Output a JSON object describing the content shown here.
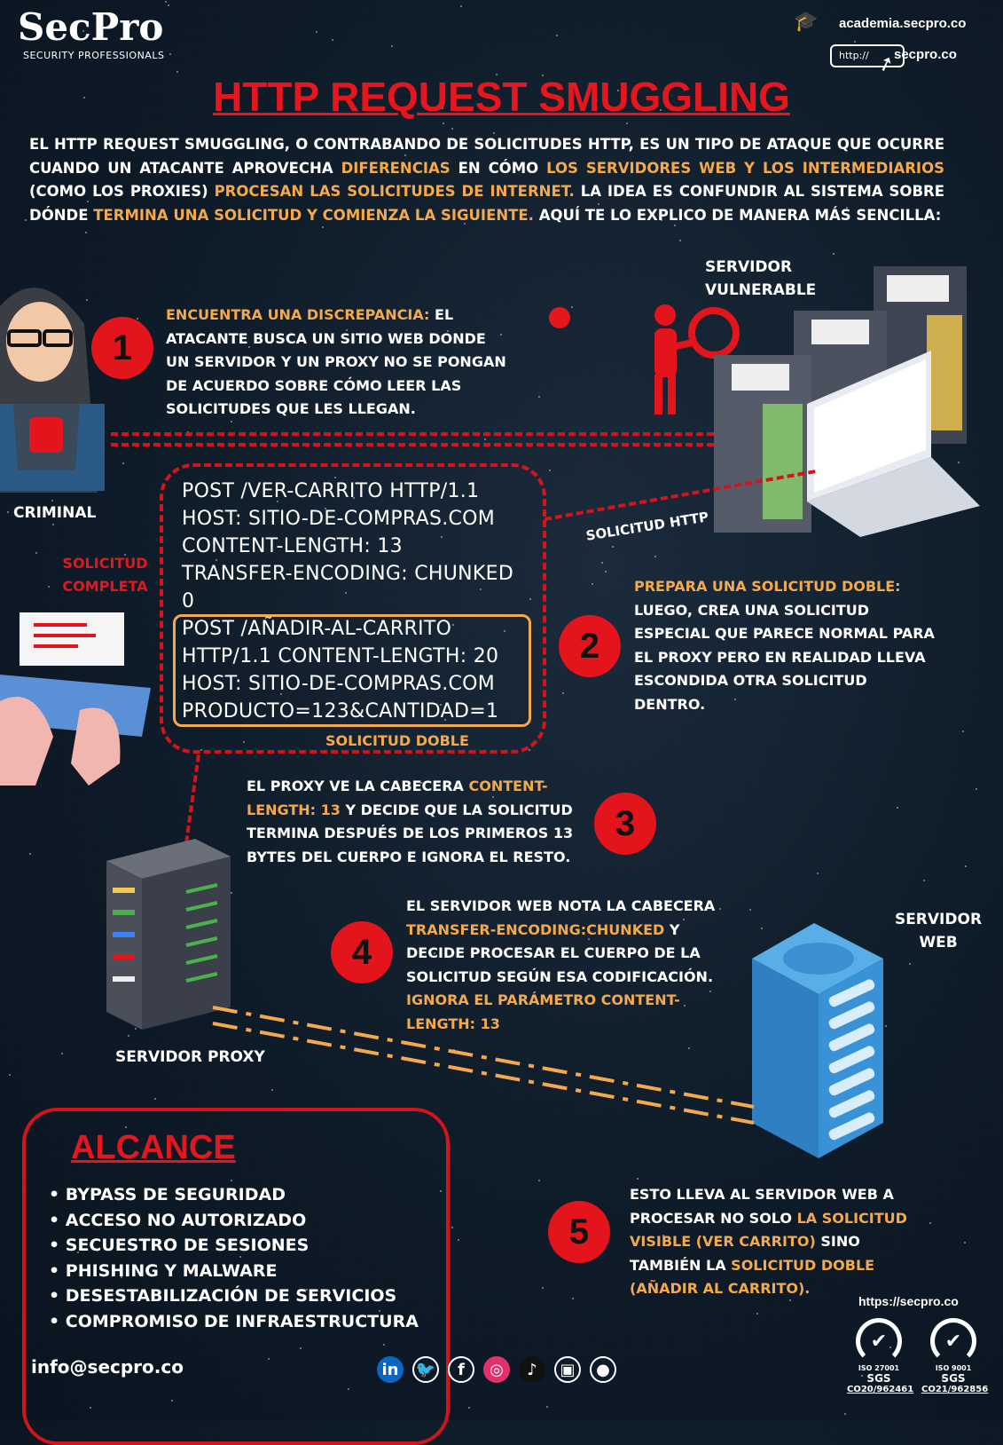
{
  "header": {
    "logo_name": "SecPro",
    "logo_tagline": "SECURITY PROFESSIONALS",
    "academy_link": "academia.secpro.co",
    "url_prefix": "http://",
    "site_link": "secpro.co",
    "title": "HTTP REQUEST SMUGGLING"
  },
  "intro": {
    "segments": [
      {
        "text": "EL HTTP REQUEST SMUGGLING, O CONTRABANDO DE SOLICITUDES HTTP, ES UN TIPO DE ATAQUE QUE OCURRE CUANDO UN ATACANTE APROVECHA ",
        "hl": false
      },
      {
        "text": "DIFERENCIAS",
        "hl": true
      },
      {
        "text": " EN CÓMO ",
        "hl": false
      },
      {
        "text": "LOS SERVIDORES WEB Y LOS INTERMEDIARIOS",
        "hl": true
      },
      {
        "text": " (COMO LOS PROXIES) ",
        "hl": false
      },
      {
        "text": "PROCESAN LAS SOLICITUDES DE INTERNET.",
        "hl": true
      },
      {
        "text": " LA IDEA ES CONFUNDIR AL SISTEMA SOBRE DÓNDE ",
        "hl": false
      },
      {
        "text": "TERMINA UNA SOLICITUD Y COMIENZA LA SIGUIENTE.",
        "hl": true
      },
      {
        "text": " AQUÍ TE LO EXPLICO DE MANERA MÁS SENCILLA:",
        "hl": false
      }
    ]
  },
  "labels": {
    "criminal": "CRIMINAL",
    "vulnerable_server": "SERVIDOR VULNERABLE",
    "full_request": "SOLICITUD COMPLETA",
    "http_request": "SOLICITUD HTTP",
    "double_request": "SOLICITUD DOBLE",
    "proxy_server": "SERVIDOR PROXY",
    "web_server": "SERVIDOR WEB"
  },
  "request": {
    "lines": [
      "POST /VER-CARRITO HTTP/1.1",
      "HOST: SITIO-DE-COMPRAS.COM",
      "CONTENT-LENGTH: 13",
      "TRANSFER-ENCODING: CHUNKED",
      "0"
    ],
    "smuggled_lines": [
      "POST /AÑADIR-AL-CARRITO",
      "HTTP/1.1 CONTENT-LENGTH: 20",
      "HOST: SITIO-DE-COMPRAS.COM",
      "PRODUCTO=123&CANTIDAD=1"
    ]
  },
  "steps": [
    {
      "number": "1",
      "highlight": "ENCUENTRA UNA DISCREPANCIA:",
      "text": " EL ATACANTE BUSCA UN SITIO WEB DONDE UN SERVIDOR Y UN PROXY NO SE PONGAN DE ACUERDO SOBRE CÓMO LEER LAS SOLICITUDES QUE LES LLEGAN."
    },
    {
      "number": "2",
      "highlight": "PREPARA UNA SOLICITUD DOBLE:",
      "text": " LUEGO, CREA UNA SOLICITUD ESPECIAL QUE PARECE NORMAL PARA EL PROXY PERO EN REALIDAD LLEVA ESCONDIDA OTRA SOLICITUD DENTRO."
    },
    {
      "number": "3",
      "pre": "EL PROXY VE LA CABECERA ",
      "highlight": "CONTENT-LENGTH: 13",
      "text": " Y DECIDE QUE LA SOLICITUD TERMINA DESPUÉS DE LOS PRIMEROS 13 BYTES DEL CUERPO E IGNORA EL RESTO."
    },
    {
      "number": "4",
      "pre": "EL SERVIDOR WEB NOTA LA CABECERA ",
      "highlight": "TRANSFER-ENCODING:CHUNKED",
      "text": " Y DECIDE PROCESAR EL CUERPO DE LA SOLICITUD SEGÚN ESA CODIFICACIÓN. ",
      "highlight2": "IGNORA EL PARÁMETRO CONTENT-LENGTH: 13"
    },
    {
      "number": "5",
      "pre": "ESTO LLEVA AL SERVIDOR WEB A PROCESAR NO SOLO ",
      "highlight": "LA SOLICITUD VISIBLE (VER CARRITO)",
      "text": " SINO TAMBIÉN LA ",
      "highlight2": "SOLICITUD DOBLE (AÑADIR AL CARRITO)."
    }
  ],
  "scope": {
    "title": "ALCANCE",
    "items": [
      "BYPASS DE SEGURIDAD",
      "ACCESO NO AUTORIZADO",
      "SECUESTRO DE SESIONES",
      "PHISHING Y MALWARE",
      "DESESTABILIZACIÓN DE SERVICIOS",
      "COMPROMISO DE INFRAESTRUCTURA"
    ]
  },
  "footer": {
    "email": "info@secpro.co",
    "website": "https://secpro.co",
    "social": [
      "linkedin",
      "twitter",
      "facebook",
      "instagram",
      "tiktok",
      "twitch",
      "github"
    ],
    "certs": [
      {
        "standard": "ISO 27001",
        "body": "SGS",
        "code": "CO20/962461"
      },
      {
        "standard": "ISO 9001",
        "body": "SGS",
        "code": "CO21/962856"
      }
    ]
  },
  "colors": {
    "red": "#e3141b",
    "orange": "#f3a94c",
    "background": "#0e1b28"
  }
}
